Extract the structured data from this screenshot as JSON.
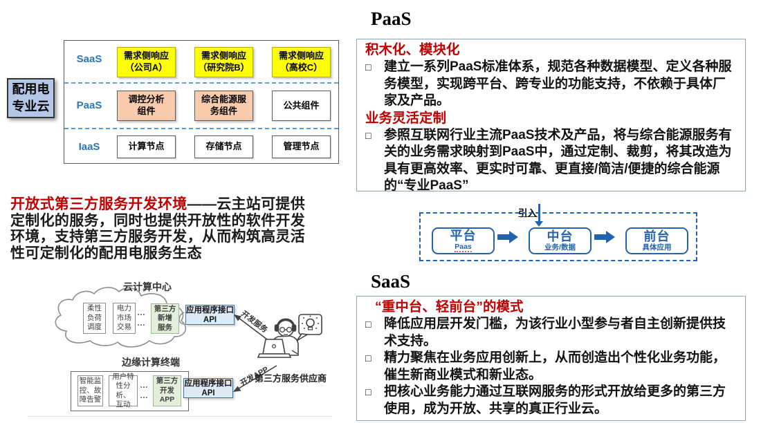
{
  "ui": {
    "bullet_char": "□",
    "dots": "…\n…"
  },
  "colors": {
    "accent_red": "#C00000",
    "flow_blue": "#2163AE",
    "layer_label_blue": "#2E75B6",
    "dashed_blue": "#5B9BD5",
    "yellow_fill": "#FFFF00",
    "orange_fill": "#F8CBAD",
    "green_fill": "#E2EFDA",
    "api_fill": "#DEEAF6",
    "side_label_fill": "#B4C7E7"
  },
  "stack_diagram": {
    "side_label_line1": "配用电",
    "side_label_line2": "专业云",
    "rows": [
      {
        "layer": "SaaS",
        "cells": [
          "需求侧响应\n（公司A）",
          "需求侧响应\n（研究院B）",
          "需求侧响应\n（高校C）"
        ]
      },
      {
        "layer": "PaaS",
        "cells": [
          "调控分析\n组件",
          "综合能源服\n务组件",
          "公共组件"
        ]
      },
      {
        "layer": "IaaS",
        "cells": [
          "计算节点",
          "存储节点",
          "管理节点"
        ]
      }
    ]
  },
  "open_env": {
    "highlight": "开放式第三方服务开发环境",
    "body": "——云主站可提供\n定制化的服务，同时也提供开放性的软件开发\n环境，支持第三方服务开发，从而构筑高灵活\n性可定制化的配用电服务生态"
  },
  "dev_diagram": {
    "cloud_title": "云计算中心",
    "cloud_boxes": [
      "柔性\n负荷\n调度",
      "电力\n市场\n交易",
      "第三方\n新增\n服务"
    ],
    "api_label_line1": "应用程序接口",
    "api_label_line2": "API",
    "edge_title": "边缘计算终端",
    "edge_boxes": [
      "智能监\n控、故\n障告警",
      "用户特\n性分析、\n互动",
      "第三方\n开发\nAPP"
    ],
    "arrow_top_label": "开发服务",
    "arrow_bottom_label": "开发APP",
    "provider_label": "第三方服务供应商"
  },
  "paas_section": {
    "title": "PaaS",
    "heading1": "积木化、模块化",
    "bullet1": "建立一系列PaaS标准体系，规范各种数据模型、定义各种服务模型，实现跨平台、跨专业的功能支持，不依赖于具体厂家及产品。",
    "heading2": "业务灵活定制",
    "bullet2": "参照互联网行业主流PaaS技术及产品，将与综合能源服务有关的业务需求映射到PaaS中，通过定制、裁剪，将其改造为具有更高效率、更实时可靠、更直接/简洁/便捷的综合能源的“专业PaaS”"
  },
  "flow_diagram": {
    "intro_label": "引入",
    "nodes": [
      {
        "title": "平台",
        "subtitle": "Paas"
      },
      {
        "title": "中台",
        "subtitle": "业务/数据"
      },
      {
        "title": "前台",
        "subtitle": "具体应用"
      }
    ]
  },
  "saas_section": {
    "title": "SaaS",
    "heading": "“重中台、轻前台”的模式",
    "bullets": [
      "降低应用层开发门槛，为该行业小型参与者自主创新提供技术支持。",
      "精力聚焦在业务应用创新上，从而创造出个性化业务功能，催生新商业模式和新业态。",
      "把核心业务能力通过互联网服务的形式开放给更多的第三方使用，成为开放、共享的真正行业云。"
    ]
  }
}
